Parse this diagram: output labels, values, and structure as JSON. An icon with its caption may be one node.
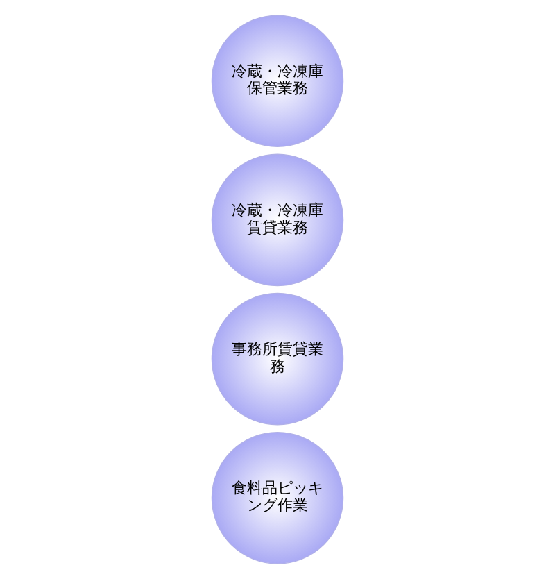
{
  "diagram": {
    "nodes": [
      {
        "text": [
          "冷蔵・冷凍庫保管業務"
        ]
      },
      {
        "text": [
          "冷蔵・冷凍庫賃貸業務"
        ]
      },
      {
        "text": [
          "事務所賃貸業務"
        ]
      },
      {
        "text": [
          "食料品ピッキング作業"
        ]
      }
    ]
  }
}
